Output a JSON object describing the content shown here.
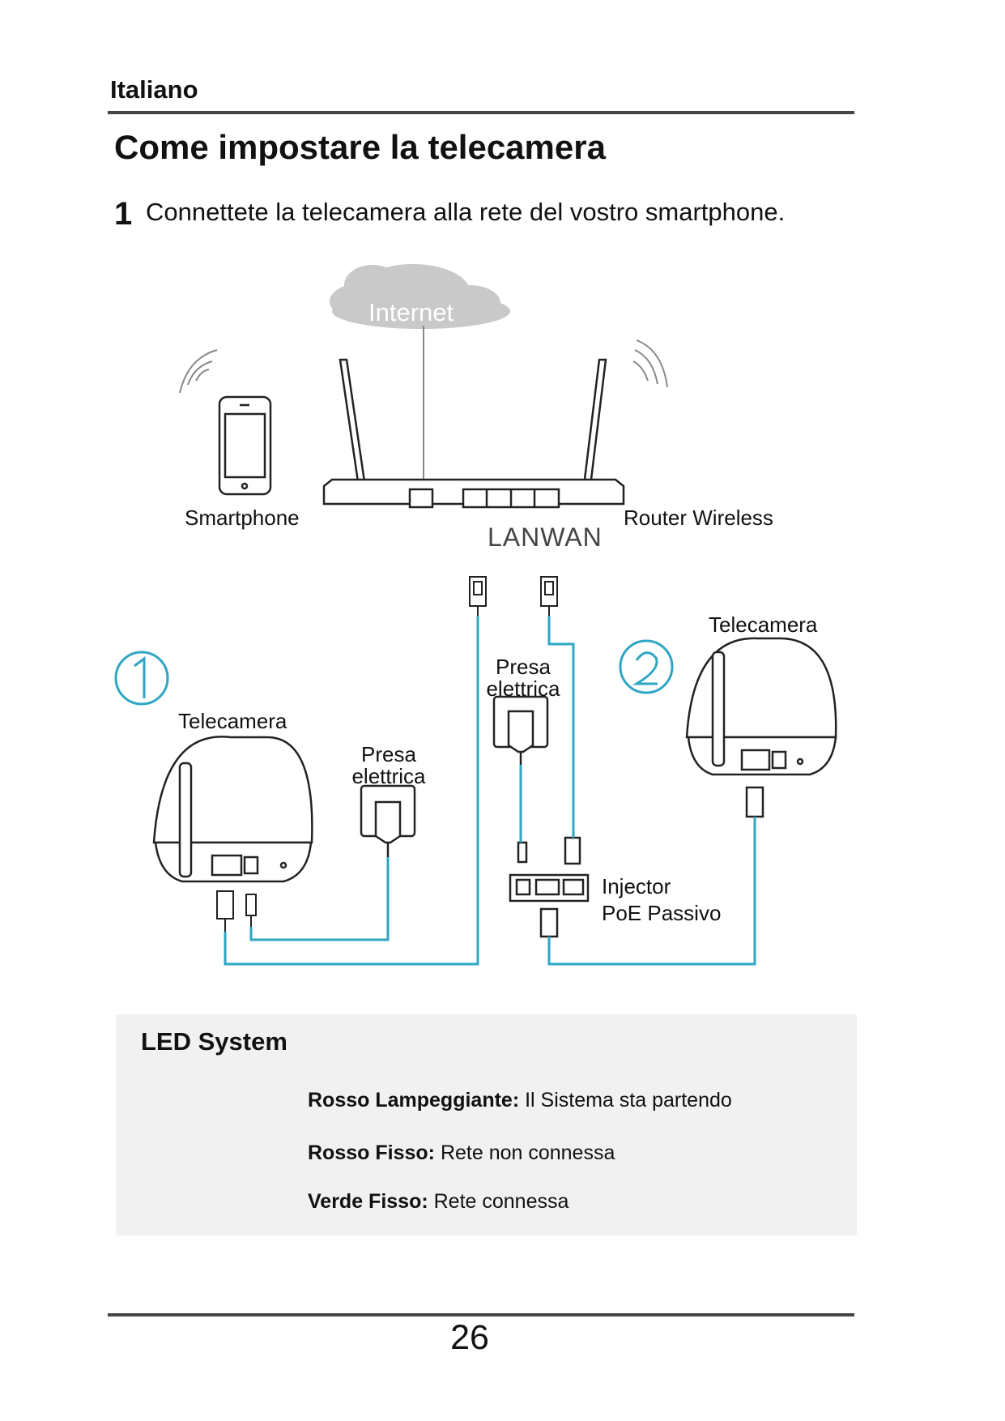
{
  "header": {
    "language": "Italiano"
  },
  "title": "Come impostare la telecamera",
  "step": {
    "number": "1",
    "text": "Connettete la telecamera alla rete del vostro smartphone."
  },
  "diagram": {
    "internet": "Internet",
    "smartphone": "Smartphone",
    "router": "Router Wireless",
    "lanwan": "LANWAN",
    "option1": {
      "number": "1",
      "camera": "Telecamera",
      "power_line1": "Presa",
      "power_line2": "elettrica"
    },
    "option2": {
      "number": "2",
      "camera": "Telecamera",
      "power_line1": "Presa",
      "power_line2": "elettrica",
      "injector_line1": "Injector",
      "injector_line2": "PoE Passivo"
    },
    "line_color": "#2ea6c4"
  },
  "led": {
    "title": "LED System",
    "items": [
      {
        "label": "Rosso Lampeggiante:",
        "text": "Il Sistema sta partendo"
      },
      {
        "label": "Rosso Fisso:",
        "text": "Rete non connessa"
      },
      {
        "label": "Verde Fisso:",
        "text": "Rete connessa"
      }
    ]
  },
  "page_number": "26"
}
